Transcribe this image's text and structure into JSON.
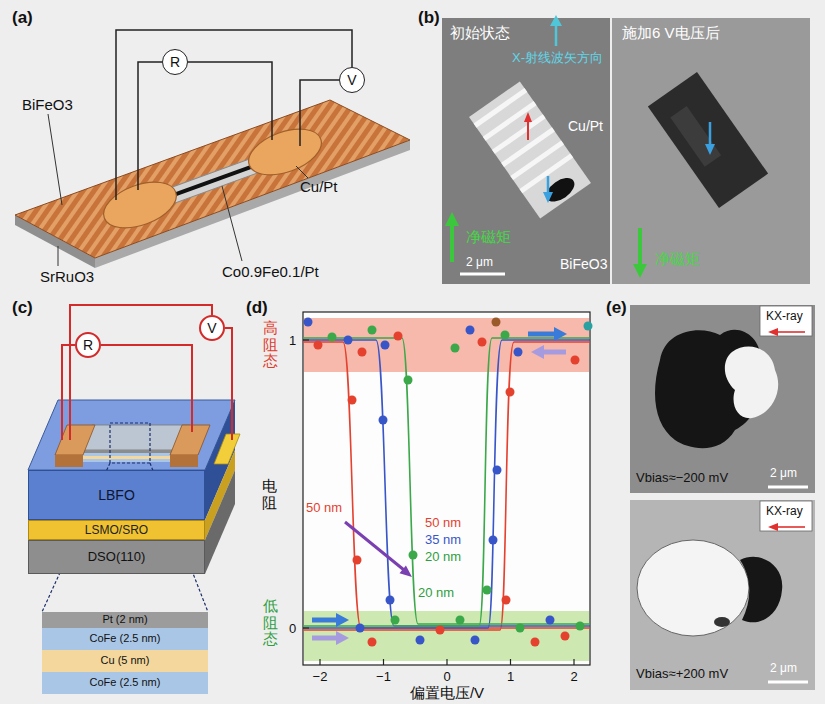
{
  "diagram": {
    "nodes": [
      {
        "text": [
          "R"
        ]
      },
      {
        "text": [
          "V"
        ]
      },
      {
        "text": [
          "R"
        ]
      },
      {
        "text": [
          "V"
        ]
      },
      {
        "text": [
          "LBFO"
        ]
      },
      {
        "text": [
          "LSMO/SRO"
        ]
      },
      {
        "text": [
          "DSO(110)"
        ]
      },
      {
        "text": [
          "Pt (2 nm)"
        ]
      },
      {
        "text": [
          "CoFe (2.5 nm)"
        ]
      },
      {
        "text": [
          "Cu (5 nm)"
        ]
      },
      {
        "text": [
          "CoFe (2.5 nm)"
        ]
      }
    ],
    "labels": [
      "(a)",
      "BiFeO3",
      "Cu/Pt",
      "SrRuO3",
      "Co0.9Fe0.1/Pt",
      "(b)",
      "初始状态",
      "X-射线波矢方向",
      "Cu/Pt",
      "净磁矩",
      "2 μm",
      "BiFeO3",
      "施加6 V电压后",
      "净磁矩",
      "(c)",
      "(d)",
      "高阻态",
      "1",
      "50 nm",
      "35 nm",
      "20 nm",
      "50 nm",
      "20 nm",
      "电阻",
      "0",
      "低阻态",
      "−2",
      "−1",
      "0",
      "1",
      "2",
      "偏置电压/V",
      "(e)",
      "KX-ray",
      "Vbias≈−200 mV",
      "2 μm",
      "KX-ray",
      "Vbias≈+200 mV",
      "2 μm"
    ]
  }
}
